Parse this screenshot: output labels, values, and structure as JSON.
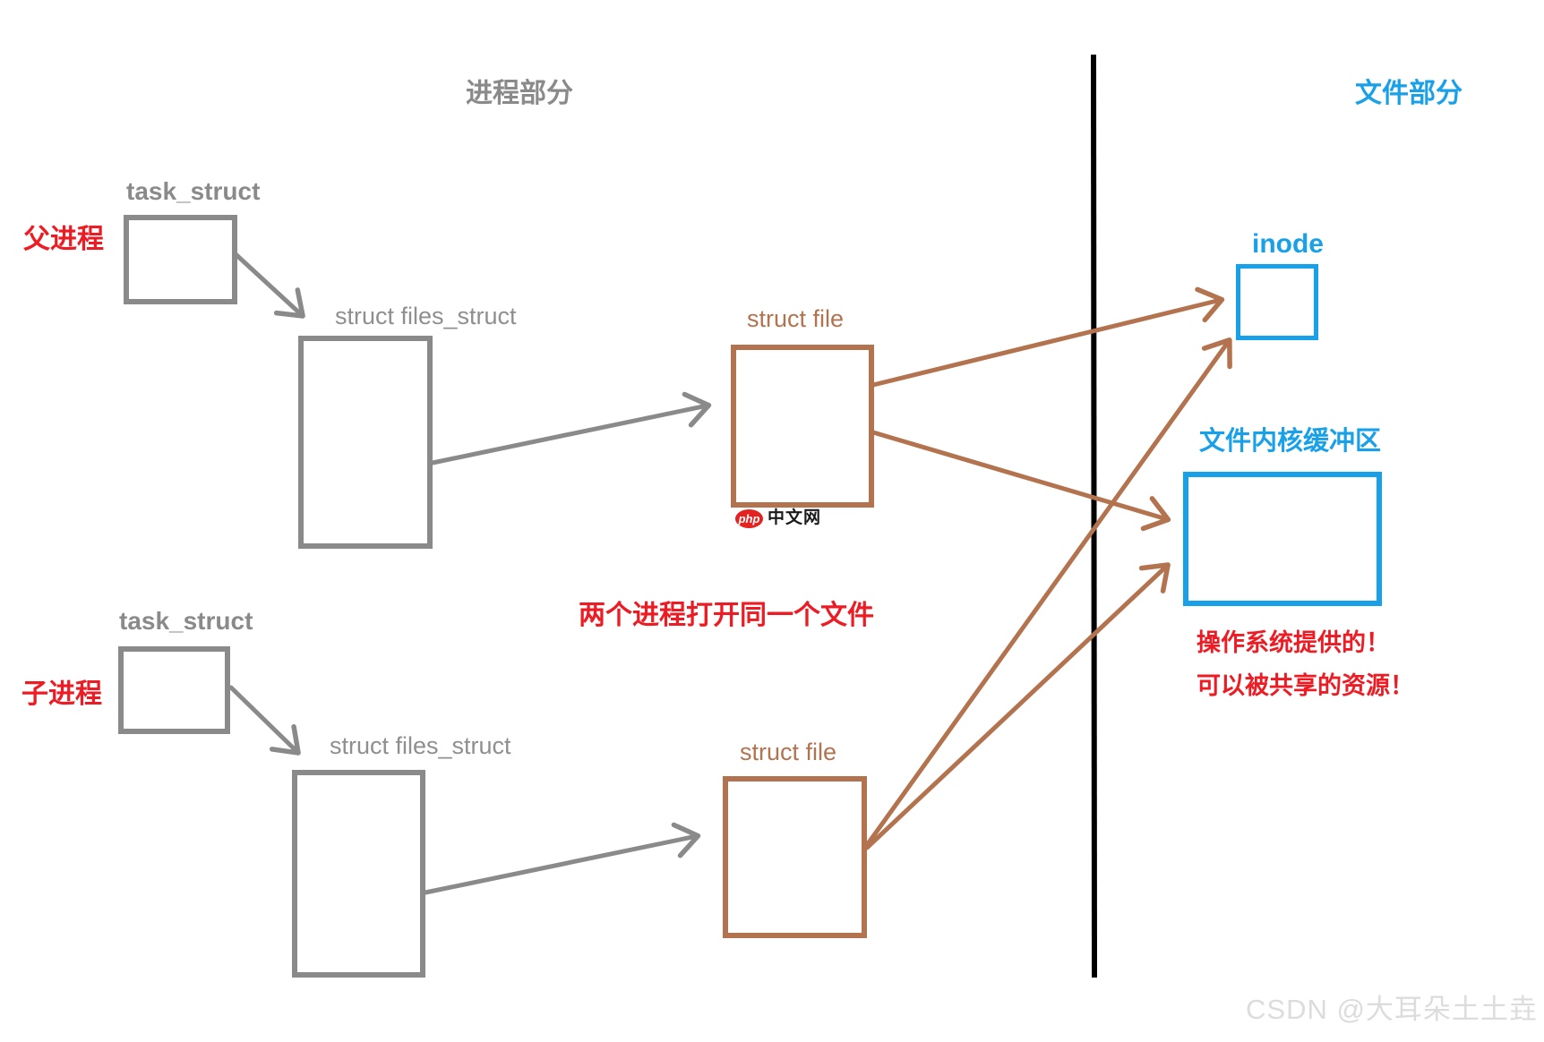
{
  "titles": {
    "process_section": "进程部分",
    "file_section": "文件部分"
  },
  "process_side": {
    "parent": {
      "role": "父进程",
      "task_struct": "task_struct",
      "files_struct": "struct files_struct",
      "file_struct": "struct file"
    },
    "child": {
      "role": "子进程",
      "task_struct": "task_struct",
      "files_struct": "struct files_struct",
      "file_struct": "struct file"
    },
    "note": "两个进程打开同一个文件"
  },
  "file_side": {
    "inode": "inode",
    "kernel_buffer": "文件内核缓冲区",
    "note_line1": "操作系统提供的！",
    "note_line2": "可以被共享的资源！"
  },
  "watermarks": {
    "php_badge": "php",
    "php_site": "中文网",
    "csdn": "CSDN @大耳朵土土垚"
  },
  "colors": {
    "gray": "#8a8a8a",
    "brown": "#b3734f",
    "blue": "#18a0e8",
    "red": "#ed1c24",
    "divider_black": "#000000",
    "watermark_gray": "#dcdcdc"
  }
}
